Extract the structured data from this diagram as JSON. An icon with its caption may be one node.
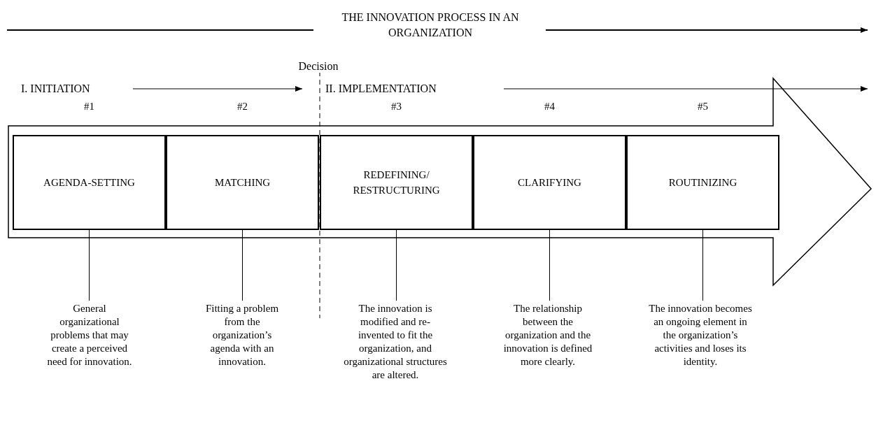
{
  "diagram": {
    "title": "THE INNOVATION PROCESS IN AN ORGANIZATION",
    "nodes": [
      {
        "text": [],
        "shape": "arrow"
      },
      {
        "text": [
          "AGENDA-SETTING"
        ],
        "in": 0,
        "beside": [
          "#1"
        ]
      },
      {
        "text": [
          "MATCHING"
        ],
        "in": 0,
        "beside": [
          "#2"
        ]
      },
      {
        "text": [
          "REDEFINING/ RESTRUCTURING"
        ],
        "in": 0,
        "beside": [
          "#3"
        ]
      },
      {
        "text": [
          "CLARIFYING"
        ],
        "in": 0,
        "beside": [
          "#4"
        ]
      },
      {
        "text": [
          "ROUTINIZING"
        ],
        "in": 0,
        "beside": [
          "#5"
        ]
      },
      {
        "text": [
          "General organizational problems that may create a perceived need for innovation."
        ]
      },
      {
        "text": [
          "Fitting a problem from the organization’s agenda with an innovation."
        ]
      },
      {
        "text": [
          "The innovation is modified and re-invented to fit the organization, and organizational structures are altered."
        ]
      },
      {
        "text": [
          "The relationship between the organization and the innovation is defined more clearly."
        ]
      },
      {
        "text": [
          "The innovation becomes an ongoing element in the organization’s activities and loses its identity."
        ]
      }
    ],
    "edges": [
      {
        "from": 1,
        "to": 6,
        "arrow": "none"
      },
      {
        "from": 2,
        "to": 7,
        "arrow": "none"
      },
      {
        "from": 3,
        "to": 8,
        "arrow": "none"
      },
      {
        "from": 4,
        "to": 9,
        "arrow": "none"
      },
      {
        "from": 5,
        "to": 10,
        "arrow": "none"
      }
    ],
    "labels": [
      "Decision",
      "I. INITIATION",
      "II. IMPLEMENTATION"
    ]
  }
}
